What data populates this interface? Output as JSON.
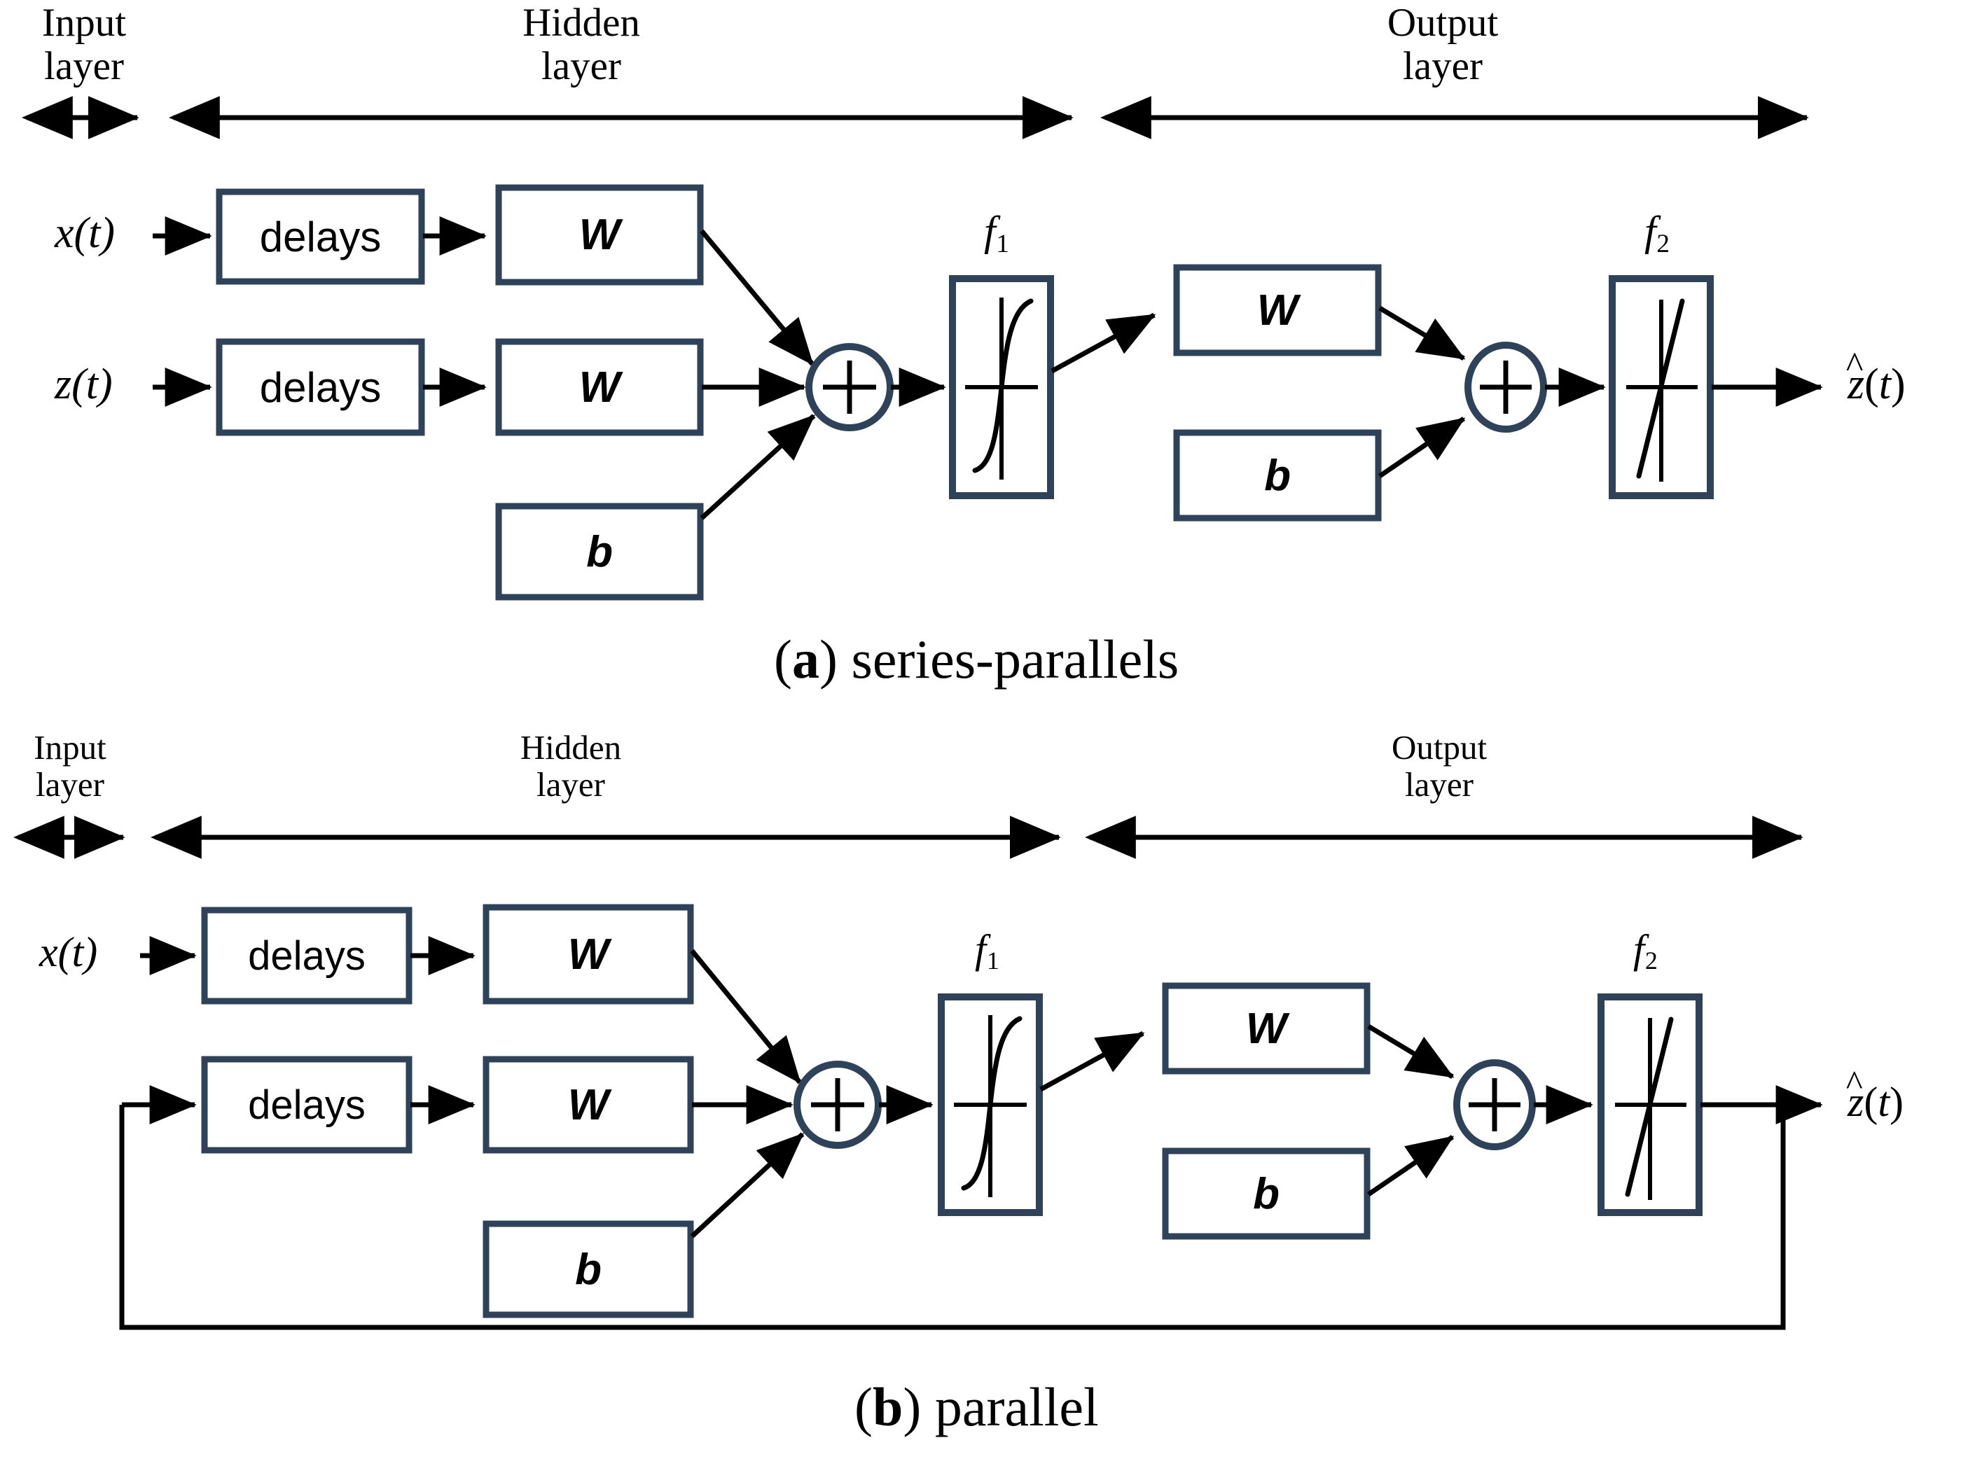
{
  "figure": {
    "title_a": "(a) series-parallels",
    "title_b": "(b) parallel",
    "accent_color": "#2e4259",
    "line_color": "#000000",
    "background": "#ffffff"
  },
  "captions": {
    "a_tag": "a",
    "a_text": ") series-parallels",
    "a_open": "(",
    "b_tag": "b",
    "b_text": ") parallel",
    "b_open": "("
  },
  "layer_labels": {
    "input_l1": "Input",
    "input_l2": "layer",
    "hidden_l1": "Hidden",
    "hidden_l2": "layer",
    "output_l1": "Output",
    "output_l2": "layer"
  },
  "signals": {
    "x_of_t": "x(t)",
    "x_var": "x",
    "z_of_t": "z(t)",
    "z_var": "z",
    "paren_open": "(",
    "paren_t": "t",
    "paren_close": ")",
    "zhat_var": "z",
    "zhat_hat": "^"
  },
  "blocks": {
    "delays": "delays",
    "weight": "W",
    "bias": "b",
    "sum": "+"
  },
  "activations": {
    "f1_name": "f",
    "f1_sub": "1",
    "f1_type": "sigmoid",
    "f2_name": "f",
    "f2_sub": "2",
    "f2_type": "linear"
  },
  "diagram_a": {
    "name": "series-parallels",
    "inputs": [
      "x(t)",
      "z(t)"
    ],
    "output": "ẑ(t)",
    "has_feedback": false,
    "hidden_blocks": [
      "delays",
      "delays",
      "W",
      "W",
      "b"
    ],
    "output_blocks": [
      "W",
      "b"
    ]
  },
  "diagram_b": {
    "name": "parallel",
    "inputs": [
      "x(t)"
    ],
    "output": "ẑ(t)",
    "has_feedback": true,
    "feedback_note": "output fed back to second delays block",
    "hidden_blocks": [
      "delays",
      "delays",
      "W",
      "W",
      "b"
    ],
    "output_blocks": [
      "W",
      "b"
    ]
  }
}
